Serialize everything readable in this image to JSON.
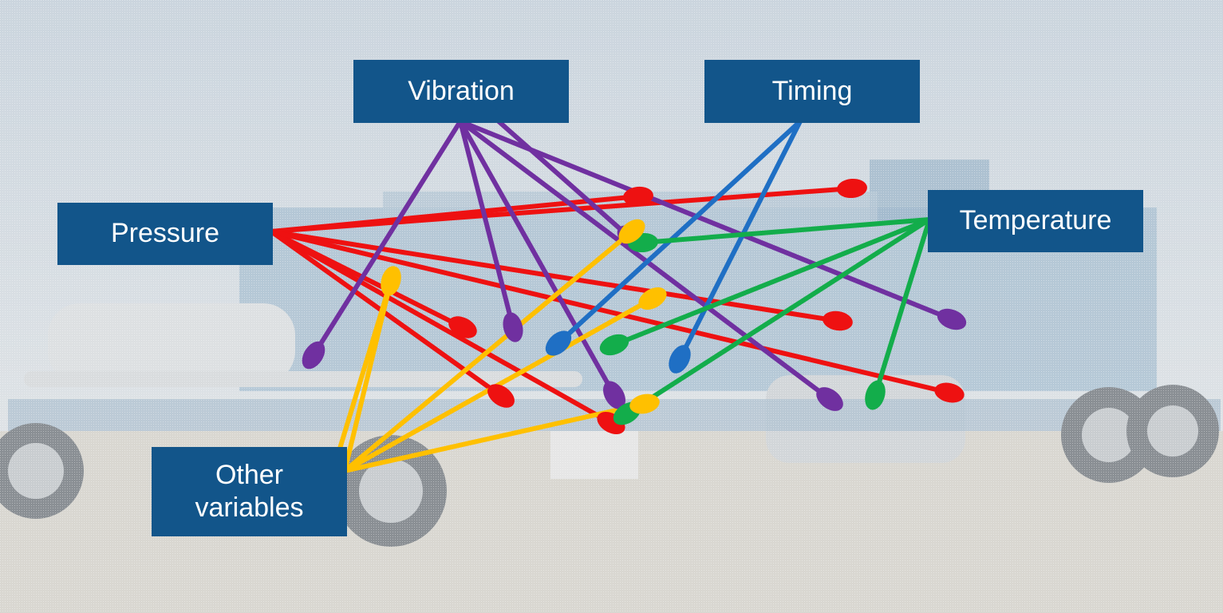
{
  "labels": {
    "vibration": "Vibration",
    "timing": "Timing",
    "pressure": "Pressure",
    "temperature": "Temperature",
    "other": "Other\nvariables"
  },
  "colors": {
    "box_fill": "#12558a",
    "box_text": "#ffffff",
    "pressure_wire": "#ee1111",
    "vibration_wire": "#7030a0",
    "timing_wire": "#1f6fc4",
    "temperature_wire": "#13ad4b",
    "other_wire": "#ffc000",
    "sky": "#cdd6df",
    "ground": "#d8d6cf",
    "truck_blue": "#8fb0c8",
    "steel": "#d3d7da"
  },
  "background_image": "hydraulic fracturing pump truck (faded photo)"
}
